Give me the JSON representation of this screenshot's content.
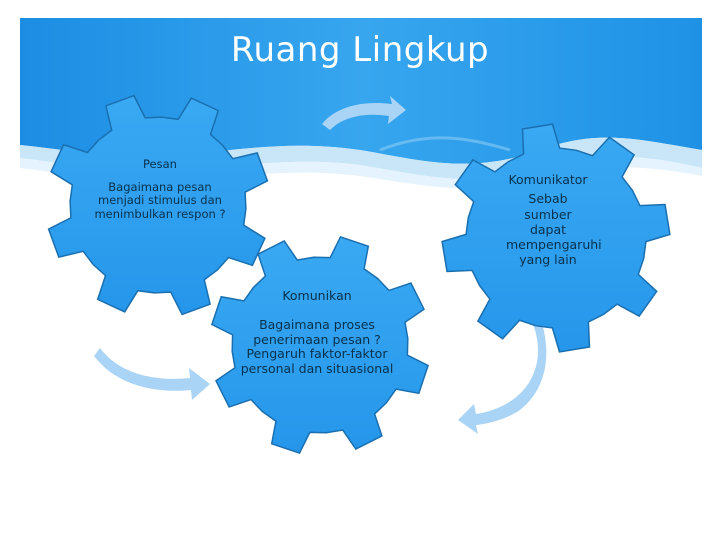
{
  "slide": {
    "title": "Ruang Lingkup"
  },
  "gears": [
    {
      "heading": "Pesan",
      "body": "Bagaimana pesan menjadi stimulus dan menimbulkan respon ?"
    },
    {
      "heading": "Komunikan",
      "body": "Bagaimana proses penerimaan pesan ? Pengaruh faktor-faktor personal dan situasional"
    },
    {
      "heading": "Komunikator",
      "body": "Sebab sumber dapat mempengaruhi yang lain"
    }
  ],
  "colors": {
    "header_blue": "#1f8fe0",
    "gear_blue": "#2a9ff0",
    "gear_outline": "#1a6fb0",
    "arrow_light": "#a9d4f5",
    "text_dark": "#08304d"
  }
}
